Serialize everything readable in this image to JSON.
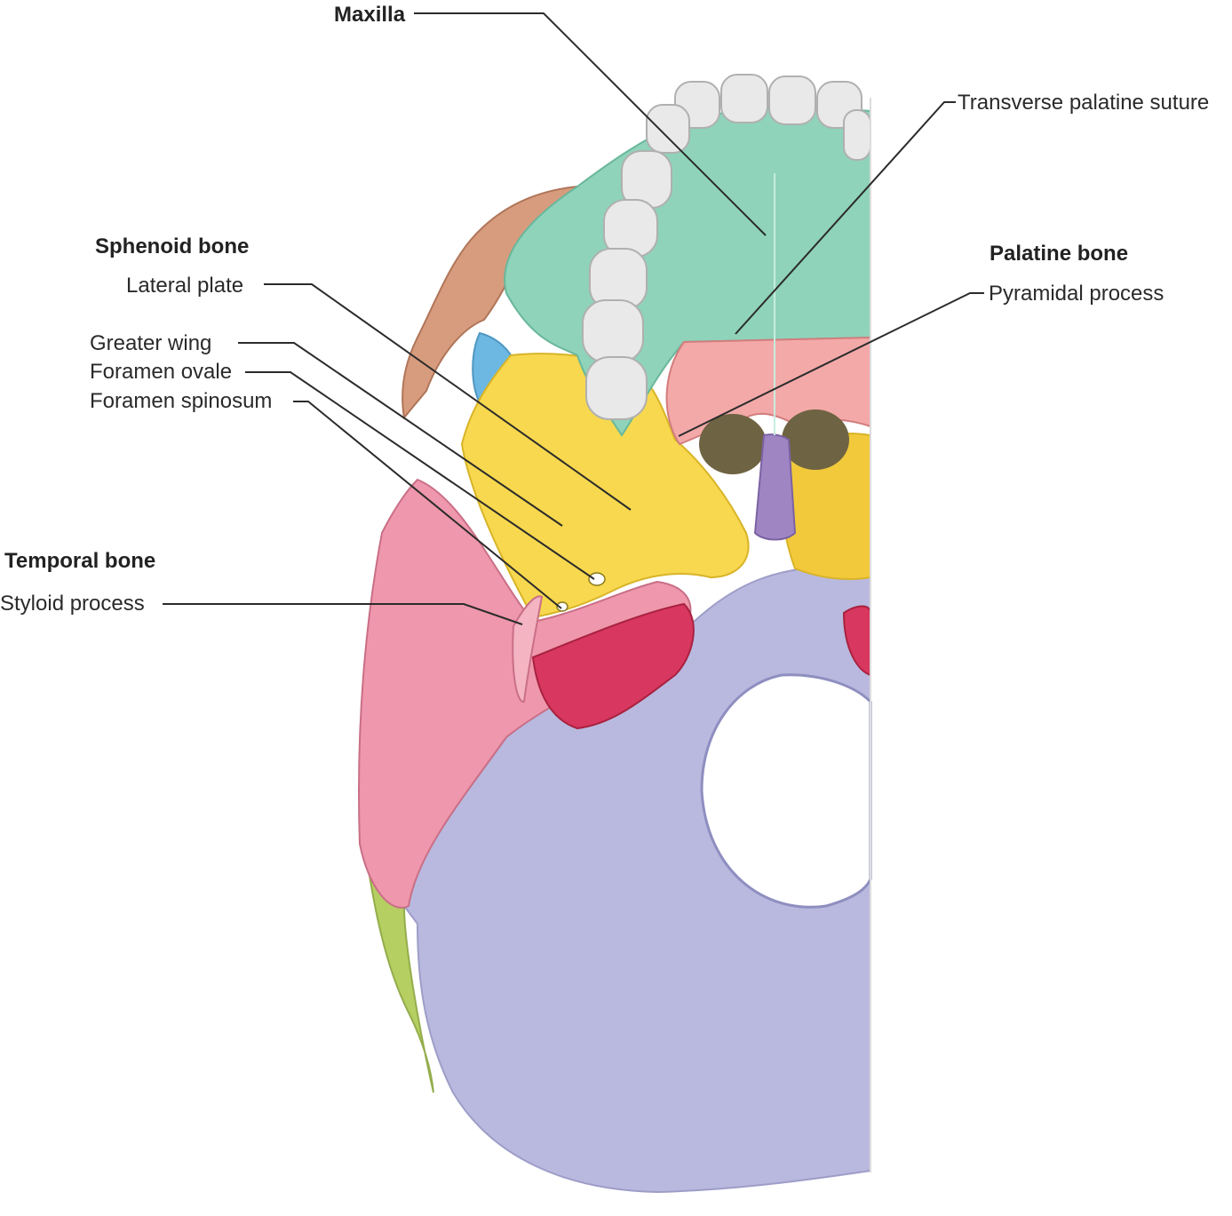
{
  "labels": {
    "maxilla": "Maxilla",
    "transverse_palatine_suture": "Transverse palatine suture",
    "sphenoid_bone": "Sphenoid bone",
    "lateral_plate": "Lateral plate",
    "greater_wing": "Greater wing",
    "foramen_ovale": "Foramen ovale",
    "foramen_spinosum": "Foramen spinosum",
    "palatine_bone": "Palatine bone",
    "pyramidal_process": "Pyramidal process",
    "temporal_bone": "Temporal bone",
    "styloid_process": "Styloid process"
  },
  "colors": {
    "maxilla": "#8fd1b8",
    "palatine": "#f2a7a6",
    "sphenoid": "#f5d34a",
    "temporal": "#ef8fa6",
    "occipital": "#b7b7dd",
    "zygomatic": "#d69b7e",
    "parietal": "#b6cf62",
    "frontal": "#6bb7e0",
    "vomer": "#9e86c2",
    "teeth": "#e6e6e6",
    "leader": "#2b2b2b"
  }
}
